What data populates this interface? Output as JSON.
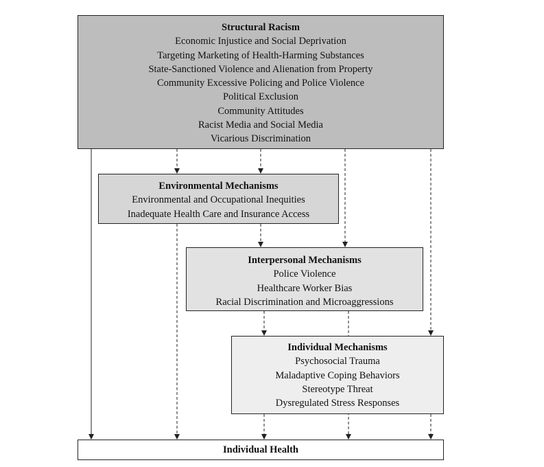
{
  "structural": {
    "title": "Structural Racism",
    "items": [
      "Economic Injustice and Social Deprivation",
      "Targeting Marketing of Health-Harming Substances",
      "State-Sanctioned Violence and Alienation from Property",
      "Community Excessive Policing and Police Violence",
      "Political Exclusion",
      "Community Attitudes",
      "Racist Media and Social Media",
      "Vicarious Discrimination"
    ]
  },
  "environmental": {
    "title": "Environmental Mechanisms",
    "items": [
      "Environmental and Occupational Inequities",
      "Inadequate Health Care and Insurance Access"
    ]
  },
  "interpersonal": {
    "title": "Interpersonal Mechanisms",
    "items": [
      "Police Violence",
      "Healthcare Worker Bias",
      "Racial Discrimination and Microaggressions"
    ]
  },
  "individual": {
    "title": "Individual Mechanisms",
    "items": [
      "Psychosocial Trauma",
      "Maladaptive Coping Behaviors",
      "Stereotype Threat",
      "Dysregulated Stress Responses"
    ]
  },
  "health": {
    "title": "Individual Health"
  }
}
